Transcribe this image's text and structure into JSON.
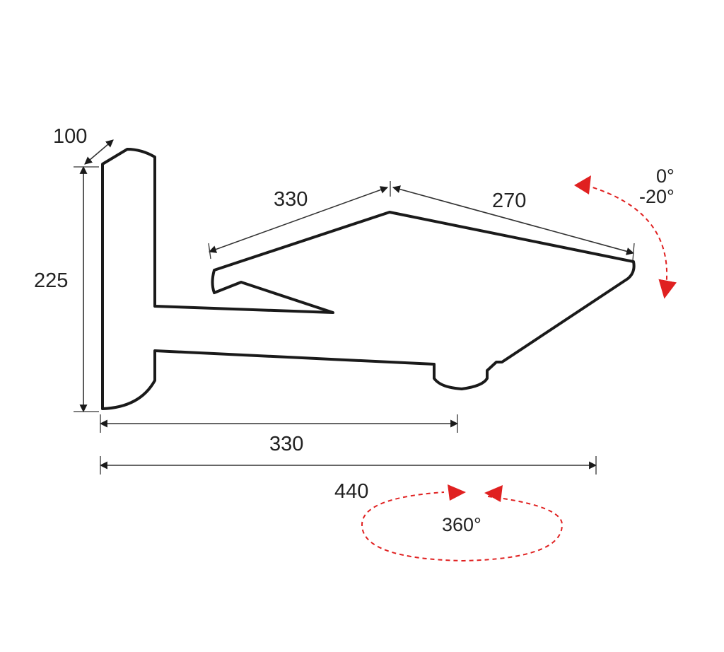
{
  "colors": {
    "outline": "#1a1a1a",
    "dimension_line": "#333333",
    "rotation_arrow": "#e02020",
    "background": "#ffffff"
  },
  "dimensions": {
    "wall_plate_depth": "100",
    "wall_plate_height": "225",
    "upper_arm": "330",
    "forearm": "270",
    "lower_arm_reach": "330",
    "total_reach": "440"
  },
  "angles": {
    "tilt_max": "0°",
    "tilt_min": "-20°",
    "swivel": "360°"
  }
}
